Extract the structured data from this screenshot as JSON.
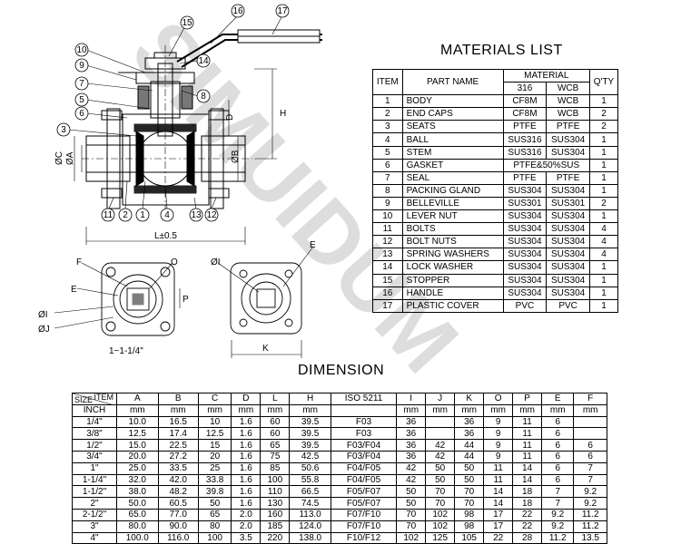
{
  "materials": {
    "title": "MATERIALS LIST",
    "headers": {
      "item": "ITEM",
      "part": "PART NAME",
      "material": "MATERIAL",
      "m316": "316",
      "wcb": "WCB",
      "qty": "Q'TY"
    },
    "rows": [
      {
        "item": "1",
        "part": "BODY",
        "m316": "CF8M",
        "wcb": "WCB",
        "qty": "1"
      },
      {
        "item": "2",
        "part": "END CAPS",
        "m316": "CF8M",
        "wcb": "WCB",
        "qty": "2"
      },
      {
        "item": "3",
        "part": "SEATS",
        "m316": "PTFE",
        "wcb": "PTFE",
        "qty": "2"
      },
      {
        "item": "4",
        "part": "BALL",
        "m316": "SUS316",
        "wcb": "SUS304",
        "qty": "1"
      },
      {
        "item": "5",
        "part": "STEM",
        "m316": "SUS316",
        "wcb": "SUS304",
        "qty": "1"
      },
      {
        "item": "6",
        "part": "GASKET",
        "m316": "PTFE&50%SUS",
        "wcb": "",
        "qty": "1"
      },
      {
        "item": "7",
        "part": "SEAL",
        "m316": "PTFE",
        "wcb": "PTFE",
        "qty": "1"
      },
      {
        "item": "8",
        "part": "PACKING GLAND",
        "m316": "SUS304",
        "wcb": "SUS304",
        "qty": "1"
      },
      {
        "item": "9",
        "part": "BELLEVILLE",
        "m316": "SUS301",
        "wcb": "SUS301",
        "qty": "2"
      },
      {
        "item": "10",
        "part": "LEVER NUT",
        "m316": "SUS304",
        "wcb": "SUS304",
        "qty": "1"
      },
      {
        "item": "11",
        "part": "BOLTS",
        "m316": "SUS304",
        "wcb": "SUS304",
        "qty": "4"
      },
      {
        "item": "12",
        "part": "BOLT NUTS",
        "m316": "SUS304",
        "wcb": "SUS304",
        "qty": "4"
      },
      {
        "item": "13",
        "part": "SPRING WASHERS",
        "m316": "SUS304",
        "wcb": "SUS304",
        "qty": "4"
      },
      {
        "item": "14",
        "part": "LOCK WASHER",
        "m316": "SUS304",
        "wcb": "SUS304",
        "qty": "1"
      },
      {
        "item": "15",
        "part": "STOPPER",
        "m316": "SUS304",
        "wcb": "SUS304",
        "qty": "1"
      },
      {
        "item": "16",
        "part": "HANDLE",
        "m316": "SUS304",
        "wcb": "SUS304",
        "qty": "1"
      },
      {
        "item": "17",
        "part": "PLASTIC COVER",
        "m316": "PVC",
        "wcb": "PVC",
        "qty": "1"
      }
    ]
  },
  "dimension": {
    "title": "DIMENSION",
    "corner_item": "ITEM",
    "corner_size": "SIZE",
    "columns": [
      "A",
      "B",
      "C",
      "D",
      "L",
      "H",
      "ISO 5211",
      "I",
      "J",
      "K",
      "O",
      "P",
      "E",
      "F"
    ],
    "unit_label": "INCH",
    "units": [
      "mm",
      "mm",
      "mm",
      "mm",
      "mm",
      "mm",
      "",
      "mm",
      "mm",
      "mm",
      "mm",
      "mm",
      "mm",
      "mm"
    ],
    "rows": [
      {
        "size": "1/4\"",
        "values": [
          "10.0",
          "16.5",
          "10",
          "1.6",
          "60",
          "39.5",
          "F03",
          "36",
          "",
          "36",
          "9",
          "11",
          "6",
          ""
        ]
      },
      {
        "size": "3/8\"",
        "values": [
          "12.5",
          "17.4",
          "12.5",
          "1.6",
          "60",
          "39.5",
          "F03",
          "36",
          "",
          "36",
          "9",
          "11",
          "6",
          ""
        ]
      },
      {
        "size": "1/2\"",
        "values": [
          "15.0",
          "22.5",
          "15",
          "1.6",
          "65",
          "39.5",
          "F03/F04",
          "36",
          "42",
          "44",
          "9",
          "11",
          "6",
          "6"
        ]
      },
      {
        "size": "3/4\"",
        "values": [
          "20.0",
          "27.2",
          "20",
          "1.6",
          "75",
          "42.5",
          "F03/F04",
          "36",
          "42",
          "44",
          "9",
          "11",
          "6",
          "6"
        ]
      },
      {
        "size": "1\"",
        "values": [
          "25.0",
          "33.5",
          "25",
          "1.6",
          "85",
          "50.6",
          "F04/F05",
          "42",
          "50",
          "50",
          "11",
          "14",
          "6",
          "7"
        ]
      },
      {
        "size": "1-1/4\"",
        "values": [
          "32.0",
          "42.0",
          "33.8",
          "1.6",
          "100",
          "55.8",
          "F04/F05",
          "42",
          "50",
          "50",
          "11",
          "14",
          "6",
          "7"
        ]
      },
      {
        "size": "1-1/2\"",
        "values": [
          "38.0",
          "48.2",
          "39.8",
          "1.6",
          "110",
          "66.5",
          "F05/F07",
          "50",
          "70",
          "70",
          "14",
          "18",
          "7",
          "9.2"
        ]
      },
      {
        "size": "2\"",
        "values": [
          "50.0",
          "60.5",
          "50",
          "1.6",
          "130",
          "74.5",
          "F05/F07",
          "50",
          "70",
          "70",
          "14",
          "18",
          "7",
          "9.2"
        ]
      },
      {
        "size": "2-1/2\"",
        "values": [
          "65.0",
          "77.0",
          "65",
          "2.0",
          "160",
          "113.0",
          "F07/F10",
          "70",
          "102",
          "98",
          "17",
          "22",
          "9.2",
          "11.2"
        ]
      },
      {
        "size": "3\"",
        "values": [
          "80.0",
          "90.0",
          "80",
          "2.0",
          "185",
          "124.0",
          "F07/F10",
          "70",
          "102",
          "98",
          "17",
          "22",
          "9.2",
          "11.2"
        ]
      },
      {
        "size": "4\"",
        "values": [
          "100.0",
          "116.0",
          "100",
          "3.5",
          "220",
          "138.0",
          "F10/F12",
          "102",
          "125",
          "105",
          "22",
          "28",
          "11.2",
          "13.5"
        ]
      }
    ]
  },
  "drawing": {
    "callouts_left": [
      "10",
      "9",
      "7",
      "5",
      "6",
      "3"
    ],
    "callouts_top": [
      "15",
      "16",
      "17",
      "14",
      "8"
    ],
    "callouts_bottom": [
      "11",
      "2",
      "1",
      "4",
      "13",
      "12"
    ],
    "dim_labels": {
      "L": "L±0.5",
      "H": "H",
      "D": "D",
      "C": "ØC",
      "A": "ØA",
      "B": "ØB",
      "F": "F",
      "E": "E",
      "O": "O",
      "P": "P",
      "I": "ØI",
      "J": "ØJ",
      "K": "K",
      "I2": "ØI",
      "E2": "E"
    },
    "sub_caption": "1~1-1/4\"",
    "watermark": "SIMUIDUM"
  }
}
